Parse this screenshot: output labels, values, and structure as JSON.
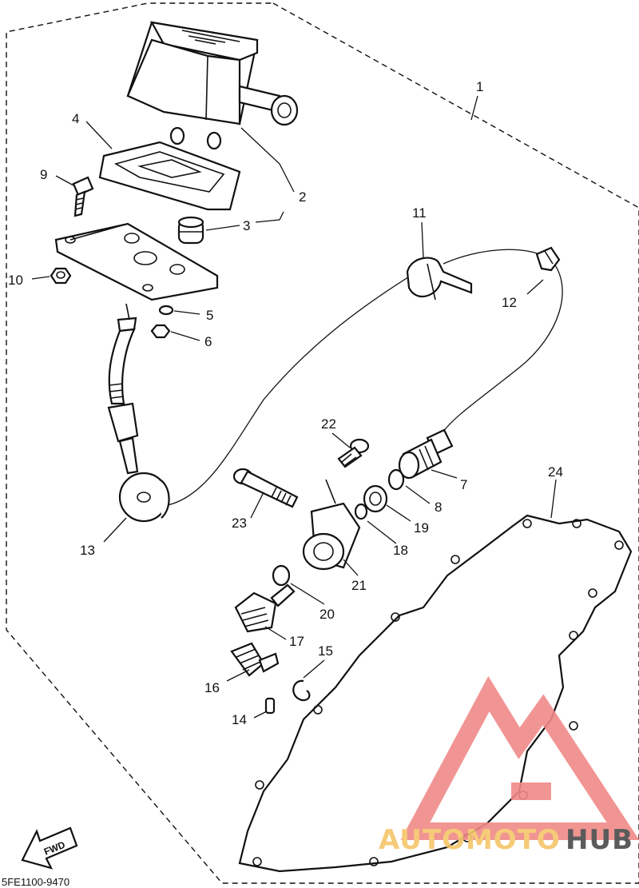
{
  "diagram": {
    "part_numbers": [
      "1",
      "2",
      "3",
      "4",
      "5",
      "6",
      "7",
      "8",
      "9",
      "10",
      "11",
      "12",
      "13",
      "14",
      "15",
      "16",
      "17",
      "18",
      "19",
      "20",
      "21",
      "22",
      "23",
      "24"
    ],
    "fwd_label": "FWD",
    "drawing_code": "5FE1100-9470"
  },
  "watermark": {
    "brand_part1": "AUTOMOTO",
    "brand_part2": "HUB",
    "colors": {
      "logo": "#f08a88",
      "auto": "#f6c66a",
      "hub": "#4a4a4a"
    }
  }
}
